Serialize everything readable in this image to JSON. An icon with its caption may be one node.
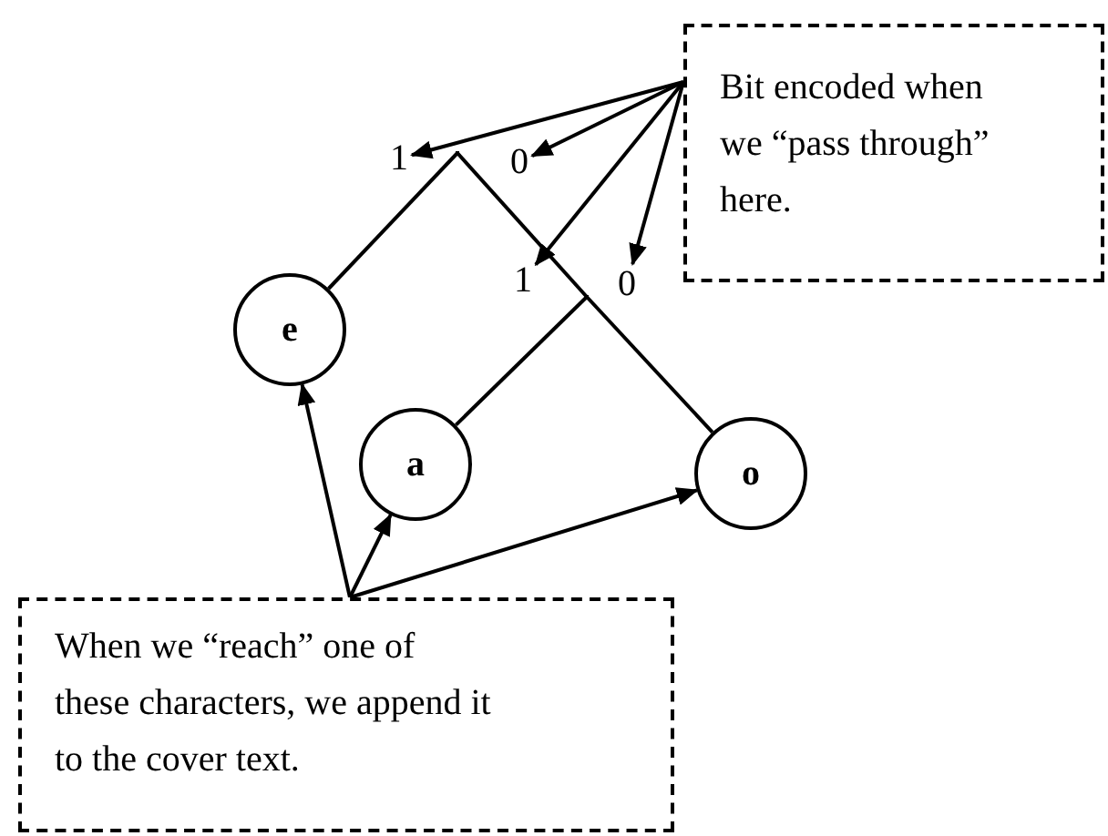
{
  "diagram": {
    "nodes": [
      {
        "text": [
          "Bit encoded when we “pass through” here."
        ]
      },
      {
        "text": [
          "1"
        ]
      },
      {
        "text": [
          "0"
        ]
      },
      {
        "text": [],
        "shape": "point"
      },
      {
        "text": [
          "1"
        ]
      },
      {
        "text": [
          "0"
        ]
      },
      {
        "text": [],
        "shape": "point"
      },
      {
        "text": [
          "e"
        ]
      },
      {
        "text": [
          "a"
        ]
      },
      {
        "text": [
          "o"
        ]
      },
      {
        "text": [
          "When we “reach” one of these characters, we append it to the cover text."
        ]
      }
    ],
    "edges": [
      {
        "from": 0,
        "to": 1,
        "arrow": "to"
      },
      {
        "from": 0,
        "to": 2,
        "arrow": "to"
      },
      {
        "from": 0,
        "to": 4,
        "arrow": "to"
      },
      {
        "from": 0,
        "to": 5,
        "arrow": "to"
      },
      {
        "from": 3,
        "to": 7,
        "arrow": "none"
      },
      {
        "from": 3,
        "to": 6,
        "arrow": "none"
      },
      {
        "from": 6,
        "to": 8,
        "arrow": "none"
      },
      {
        "from": 6,
        "to": 9,
        "arrow": "none"
      },
      {
        "from": 10,
        "to": 7,
        "arrow": "to"
      },
      {
        "from": 10,
        "to": 8,
        "arrow": "to"
      },
      {
        "from": 10,
        "to": 9,
        "arrow": "to"
      }
    ]
  }
}
